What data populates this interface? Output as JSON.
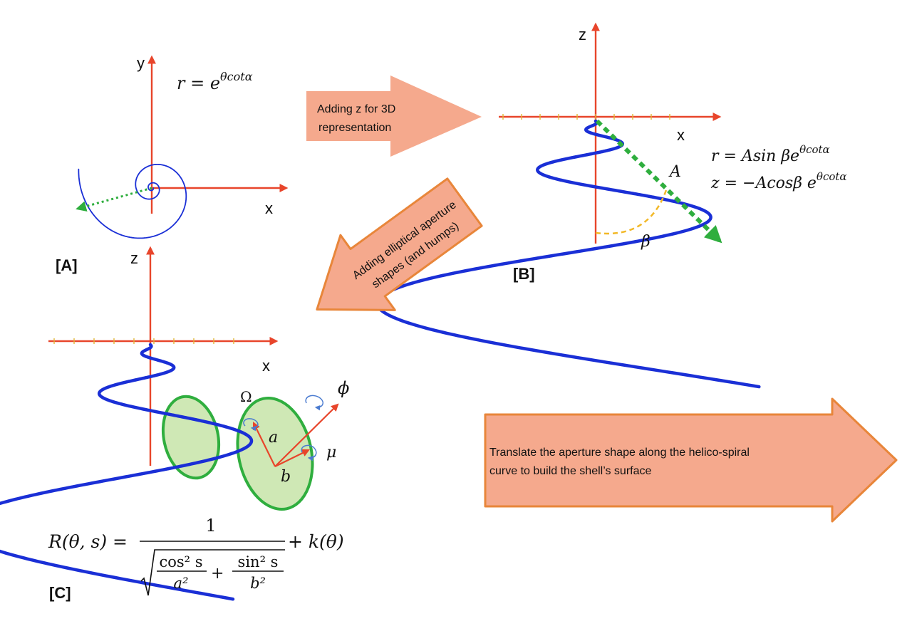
{
  "panelA": {
    "label": "[A]",
    "axis_x": "x",
    "axis_y": "y",
    "eq_lhs": "r = e",
    "eq_exp": "θcotα"
  },
  "arrow1": {
    "line1": "Adding z for 3D",
    "line2": "representation"
  },
  "panelB": {
    "label": "[B]",
    "axis_z": "z",
    "axis_x": "x",
    "label_A": "A",
    "label_beta": "β",
    "eq1_lhs": "r = Asin βe",
    "eq1_exp": "θcotα",
    "eq2_lhs": "z = −Acosβ e",
    "eq2_exp": "θcotα"
  },
  "arrow2": {
    "line1": "Adding elliptical aperture",
    "line2": "shapes (and humps)"
  },
  "panelC": {
    "label": "[C]",
    "axis_z": "z",
    "axis_x": "x",
    "omega": "Ω",
    "phi": "ϕ",
    "mu": "μ",
    "a": "a",
    "b": "b",
    "formula": {
      "lhs": "R(θ, s) =",
      "numerator": "1",
      "cos_term": "cos² s",
      "a2": "a²",
      "plus": "+",
      "sin_term": "sin² s",
      "b2": "b²",
      "rhs": "+ k(θ)"
    }
  },
  "arrow3": {
    "line1": "Translate the aperture shape along the helico-spiral",
    "line2": "curve to build the shell’s surface"
  },
  "colors": {
    "axis": "#e8452b",
    "ticks": "#e0b83a",
    "spiral": "#1a2fd6",
    "arrow_fill": "#f5a98d",
    "arrow_stroke": "#e8863a",
    "ellipse_fill": "#cfe8b5",
    "ellipse_stroke": "#2fae3e",
    "radius_dotted": "#2fae3e",
    "beta_arc": "#f2b827",
    "aperture_vectors": "#e8452b",
    "rotation_arrows": "#4a7bd0"
  }
}
